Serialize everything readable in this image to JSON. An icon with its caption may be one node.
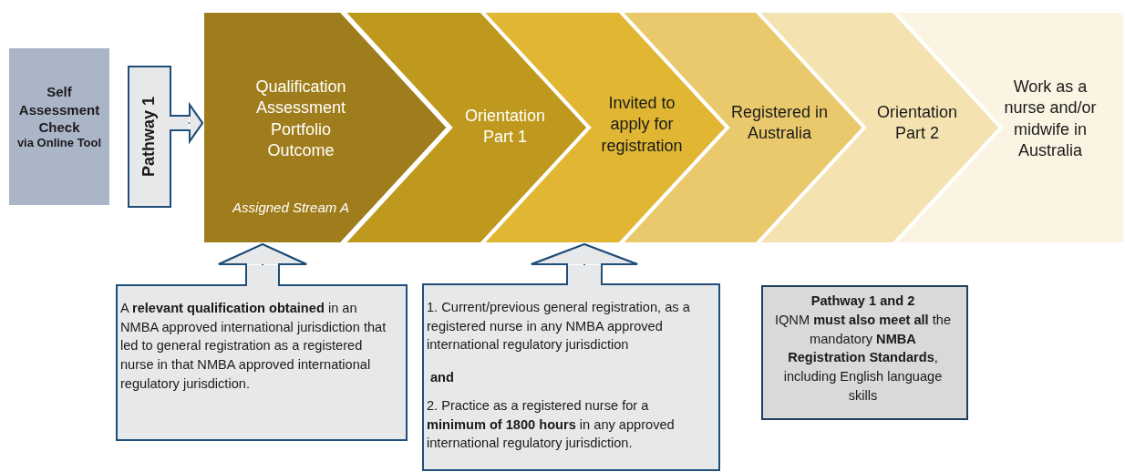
{
  "diagram": {
    "nodes": [
      {
        "text": [
          "Self Assessment Check",
          "via Online Tool"
        ]
      },
      {
        "text": [
          "Pathway 1"
        ]
      },
      {
        "text": [
          "Qualification Assessment Portfolio Outcome",
          "Assigned Stream A"
        ]
      },
      {
        "text": [
          "Orientation Part 1"
        ]
      },
      {
        "text": [
          "Invited to apply for registration"
        ]
      },
      {
        "text": [
          "Registered in Australia"
        ]
      },
      {
        "text": [
          "Orientation Part 2"
        ]
      },
      {
        "text": [
          "Work as a nurse and/or midwife in Australia"
        ]
      },
      {
        "text": [
          "A **relevant qualification obtained** in an NMBA approved international jurisdiction that led to general registration as a registered nurse in that NMBA approved international regulatory jurisdiction."
        ]
      },
      {
        "text": [
          "1. Current/previous general registration, as a registered nurse in any NMBA approved international regulatory jurisdiction",
          "and",
          "2. Practice as a registered nurse for a **minimum of 1800 hours** in any approved international regulatory jurisdiction."
        ]
      },
      {
        "text": [
          "Pathway 1 and 2",
          "IQNM **must also meet all** the mandatory **NMBA Registration Standards**, including English language skills"
        ]
      }
    ],
    "edges": [
      {
        "from": 1,
        "to": 2,
        "arrow": "to"
      },
      {
        "from": 8,
        "to": 2,
        "arrow": "to"
      },
      {
        "from": 9,
        "to": 4,
        "arrow": "to"
      }
    ]
  }
}
